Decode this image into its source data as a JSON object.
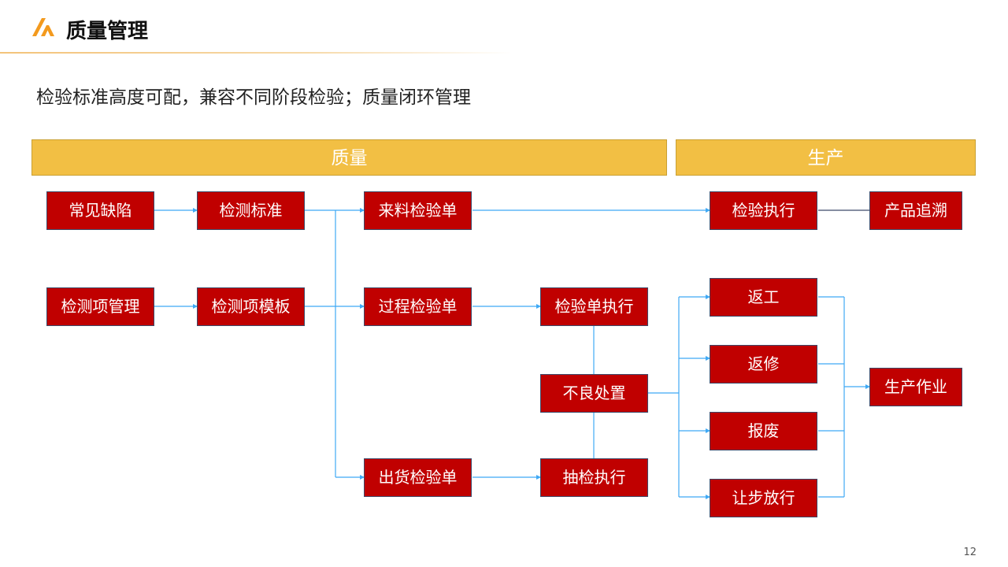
{
  "header": {
    "logo_icon": "brand-logo-icon",
    "title": "质量管理",
    "accent_color": "#f39a1e"
  },
  "subtitle": "检验标准高度可配，兼容不同阶段检验；质量闭环管理",
  "groups": {
    "quality": "质量",
    "production": "生产",
    "header_color": "#f2bf44"
  },
  "nodes": {
    "common_defects": "常见缺陷",
    "inspection_standard": "检测标准",
    "incoming_inspection_form": "来料检验单",
    "inspection_execution": "检验执行",
    "product_traceability": "产品追溯",
    "inspection_item_management": "检测项管理",
    "inspection_item_template": "检测项模板",
    "process_inspection_form": "过程检验单",
    "inspection_form_execution": "检验单执行",
    "rework": "返工",
    "repair": "返修",
    "nonconformance_handling": "不良处置",
    "production_operation": "生产作业",
    "scrap": "报废",
    "outgoing_inspection_form": "出货检验单",
    "sampling_execution": "抽检执行",
    "concession_release": "让步放行",
    "node_color": "#c00000",
    "connector_color": "#3fa9f5"
  },
  "page_number": "12"
}
